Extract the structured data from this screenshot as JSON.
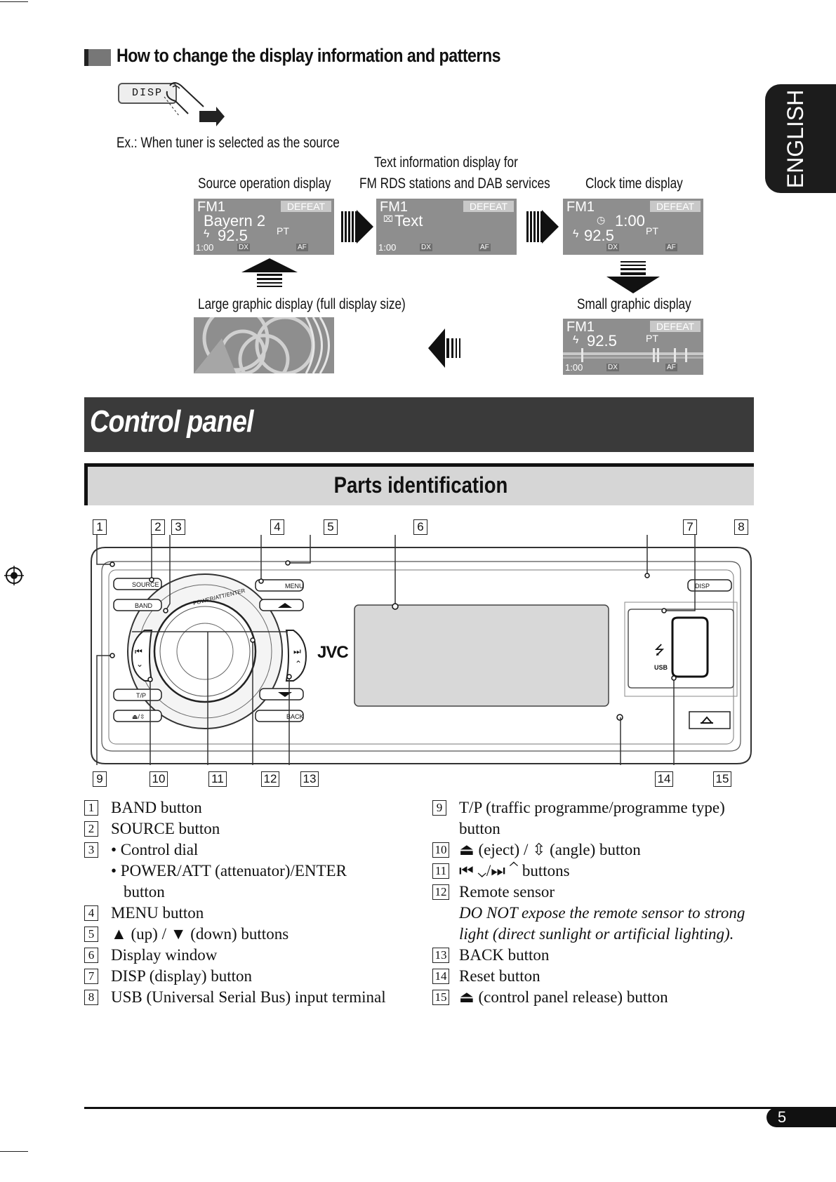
{
  "section": {
    "title": "How to change the display information and patterns",
    "disp_button": "DISP",
    "example_caption": "Ex.: When tuner is selected as the source"
  },
  "displays": {
    "source_operation": "Source operation display",
    "text_info_line1": "Text information display for",
    "text_info_line2": "FM RDS stations and DAB services",
    "clock_time": "Clock time display",
    "large_graphic": "Large graphic display (full display size)",
    "small_graphic": "Small graphic display"
  },
  "lcd": {
    "band": "FM1",
    "defeat": "DEFEAT",
    "station": "Bayern 2",
    "frequency": "92.5",
    "text": "Text",
    "clock": "1:00",
    "dx": "DX",
    "af": "AF",
    "pt": "PT"
  },
  "banner": {
    "title": "Control panel",
    "subtitle": "Parts identification"
  },
  "panel": {
    "source": "SOURCE",
    "band": "BAND",
    "menu": "MENU",
    "dial_ring": "POWER/ATT/ENTER",
    "brand": "JVC",
    "disp": "DISP",
    "usb": "USB",
    "tp": "T/P",
    "back": "BACK"
  },
  "callouts": [
    "1",
    "2",
    "3",
    "4",
    "5",
    "6",
    "7",
    "8",
    "9",
    "10",
    "11",
    "12",
    "13",
    "14",
    "15"
  ],
  "parts_left": [
    {
      "num": "1",
      "text": "BAND button"
    },
    {
      "num": "2",
      "text": "SOURCE button"
    },
    {
      "num": "3",
      "text": "• Control dial"
    },
    {
      "num": "",
      "text": "• POWER/ATT (attenuator)/ENTER"
    },
    {
      "num": "",
      "text": "button"
    },
    {
      "num": "4",
      "text": "MENU button"
    },
    {
      "num": "5",
      "text": "▲ (up) / ▼ (down) buttons"
    },
    {
      "num": "6",
      "text": "Display window"
    },
    {
      "num": "7",
      "text": "DISP (display) button"
    },
    {
      "num": "8",
      "text": "USB (Universal Serial Bus) input terminal"
    }
  ],
  "parts_right": [
    {
      "num": "9",
      "text": "T/P (traffic programme/programme type)"
    },
    {
      "num": "",
      "text": "button"
    },
    {
      "num": "10",
      "text": "⏏ (eject) / ⇳ (angle) button"
    },
    {
      "num": "11",
      "text": "⏮ ⌄/⏭ ⌃ buttons"
    },
    {
      "num": "12",
      "text": "Remote sensor"
    },
    {
      "num": "",
      "text": "DO NOT expose the remote sensor to strong"
    },
    {
      "num": "",
      "text": "light (direct sunlight or artificial lighting)."
    },
    {
      "num": "13",
      "text": "BACK button"
    },
    {
      "num": "14",
      "text": "Reset button"
    },
    {
      "num": "15",
      "text": "⏏ (control panel release) button"
    }
  ],
  "side_tab": "ENGLISH",
  "page_number": "5"
}
